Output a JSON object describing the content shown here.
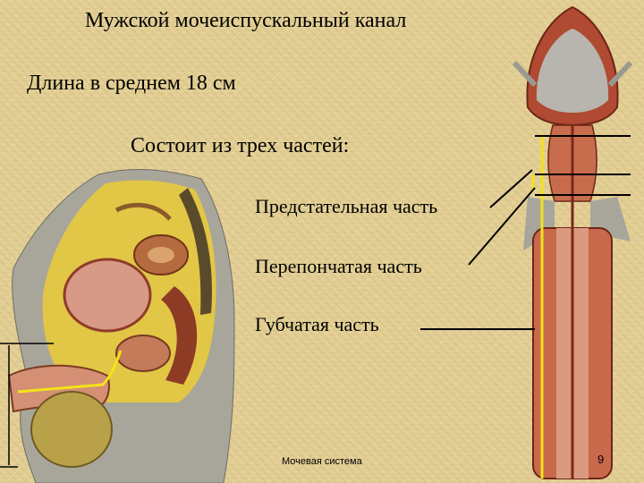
{
  "slide": {
    "title": "Мужской мочеиспускальный канал",
    "length_line": "Длина в среднем 18 см",
    "parts_intro": "Состоит из трех частей:",
    "parts": [
      {
        "label": "Предстательная часть"
      },
      {
        "label": "Перепончатая часть"
      },
      {
        "label": "Губчатая часть"
      }
    ],
    "footer": "Мочевая система",
    "slide_number": "9"
  },
  "colors": {
    "background": "#e3cf95",
    "text": "#000000",
    "marker_yellow": "#f4e21a"
  },
  "figures": [
    {
      "name": "sagittal-section-illustration"
    },
    {
      "name": "urethra-longitudinal-section-illustration"
    }
  ]
}
